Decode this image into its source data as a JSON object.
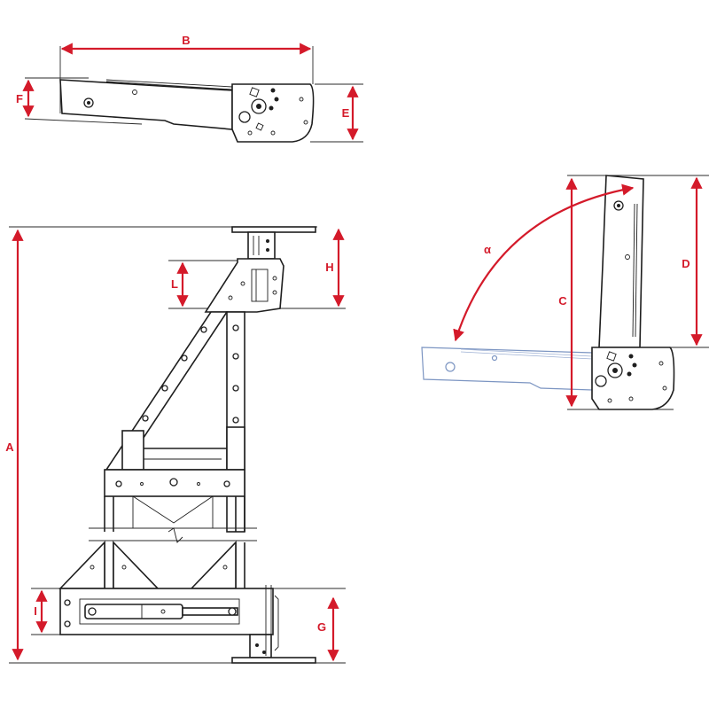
{
  "diagram": {
    "dimension_color": "#d41a2a",
    "line_color": "#1e1e1e",
    "ghost_color": "#7c95c2",
    "labels": {
      "A": "A",
      "B": "B",
      "C": "C",
      "D": "D",
      "E": "E",
      "F": "F",
      "G": "G",
      "H": "H",
      "I": "I",
      "L": "L",
      "alpha": "α"
    }
  }
}
